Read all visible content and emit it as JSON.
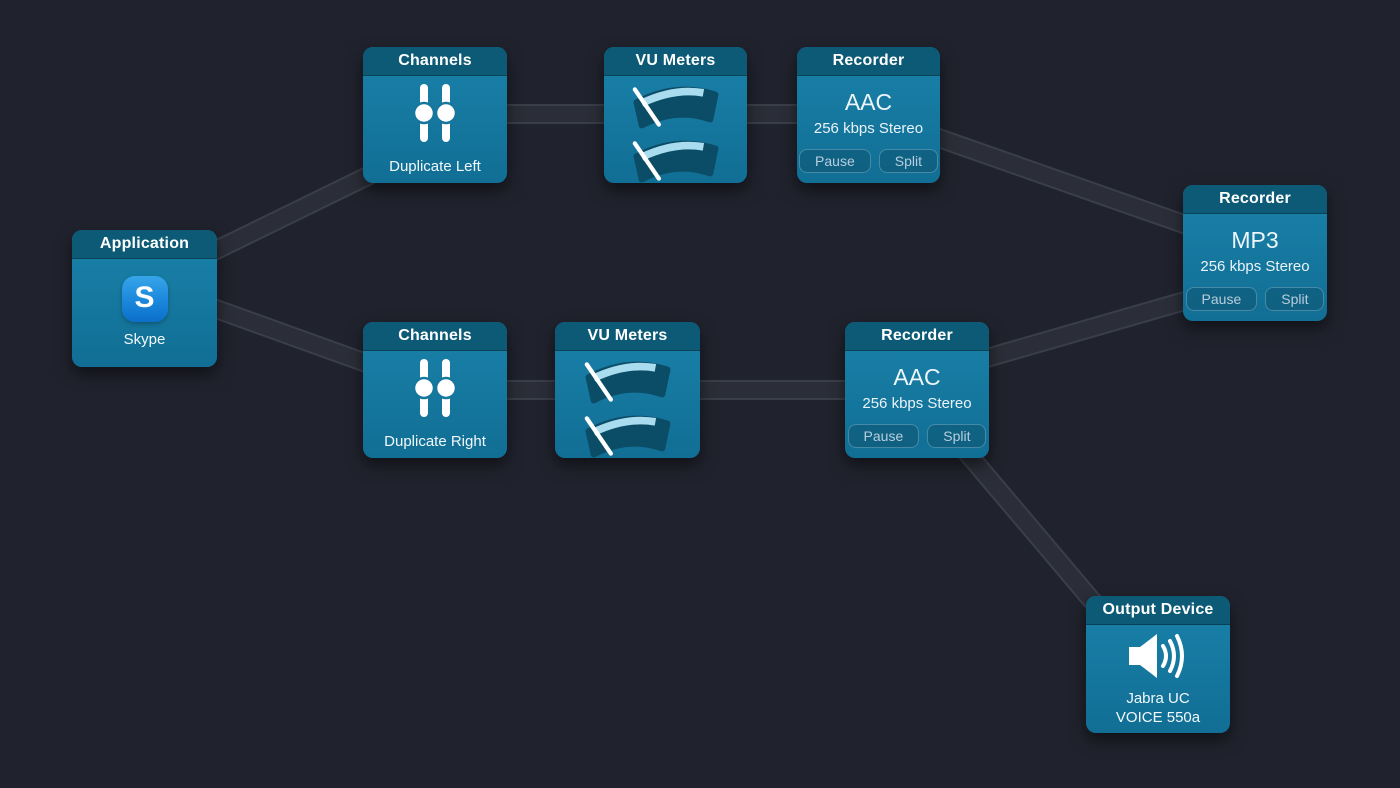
{
  "app": {
    "background_color": "#20222d",
    "node_body_color": "#15779e",
    "node_header_color": "#0d5a76",
    "wire_color": "#2b2e38",
    "wire_edge_color": "#3a3e49"
  },
  "nodes": [
    {
      "id": "application",
      "type_label": "Application",
      "icon": "skype-icon",
      "caption": "Skype",
      "skype_letter": "S"
    },
    {
      "id": "channels-left",
      "type_label": "Channels",
      "icon": "sliders-icon",
      "caption": "Duplicate Left"
    },
    {
      "id": "vu-top",
      "type_label": "VU Meters",
      "icon": "vu-meter-icon"
    },
    {
      "id": "rec-aac-top",
      "type_label": "Recorder",
      "format": "AAC",
      "detail": "256 kbps Stereo",
      "buttons": [
        "Pause",
        "Split"
      ]
    },
    {
      "id": "rec-mp3",
      "type_label": "Recorder",
      "format": "MP3",
      "detail": "256 kbps Stereo",
      "buttons": [
        "Pause",
        "Split"
      ]
    },
    {
      "id": "channels-right",
      "type_label": "Channels",
      "icon": "sliders-icon",
      "caption": "Duplicate Right"
    },
    {
      "id": "vu-bottom",
      "type_label": "VU Meters",
      "icon": "vu-meter-icon"
    },
    {
      "id": "rec-aac-bot",
      "type_label": "Recorder",
      "format": "AAC",
      "detail": "256 kbps Stereo",
      "buttons": [
        "Pause",
        "Split"
      ]
    },
    {
      "id": "output-device",
      "type_label": "Output Device",
      "icon": "speaker-icon",
      "caption": "Jabra UC VOICE 550a"
    }
  ],
  "connections": [
    {
      "from": "application",
      "to": "channels-left"
    },
    {
      "from": "application",
      "to": "channels-right"
    },
    {
      "from": "channels-left",
      "to": "vu-top"
    },
    {
      "from": "vu-top",
      "to": "rec-aac-top"
    },
    {
      "from": "rec-aac-top",
      "to": "rec-mp3"
    },
    {
      "from": "channels-right",
      "to": "vu-bottom"
    },
    {
      "from": "vu-bottom",
      "to": "rec-aac-bot"
    },
    {
      "from": "rec-aac-bot",
      "to": "rec-mp3"
    },
    {
      "from": "rec-aac-bot",
      "to": "output-device"
    }
  ]
}
